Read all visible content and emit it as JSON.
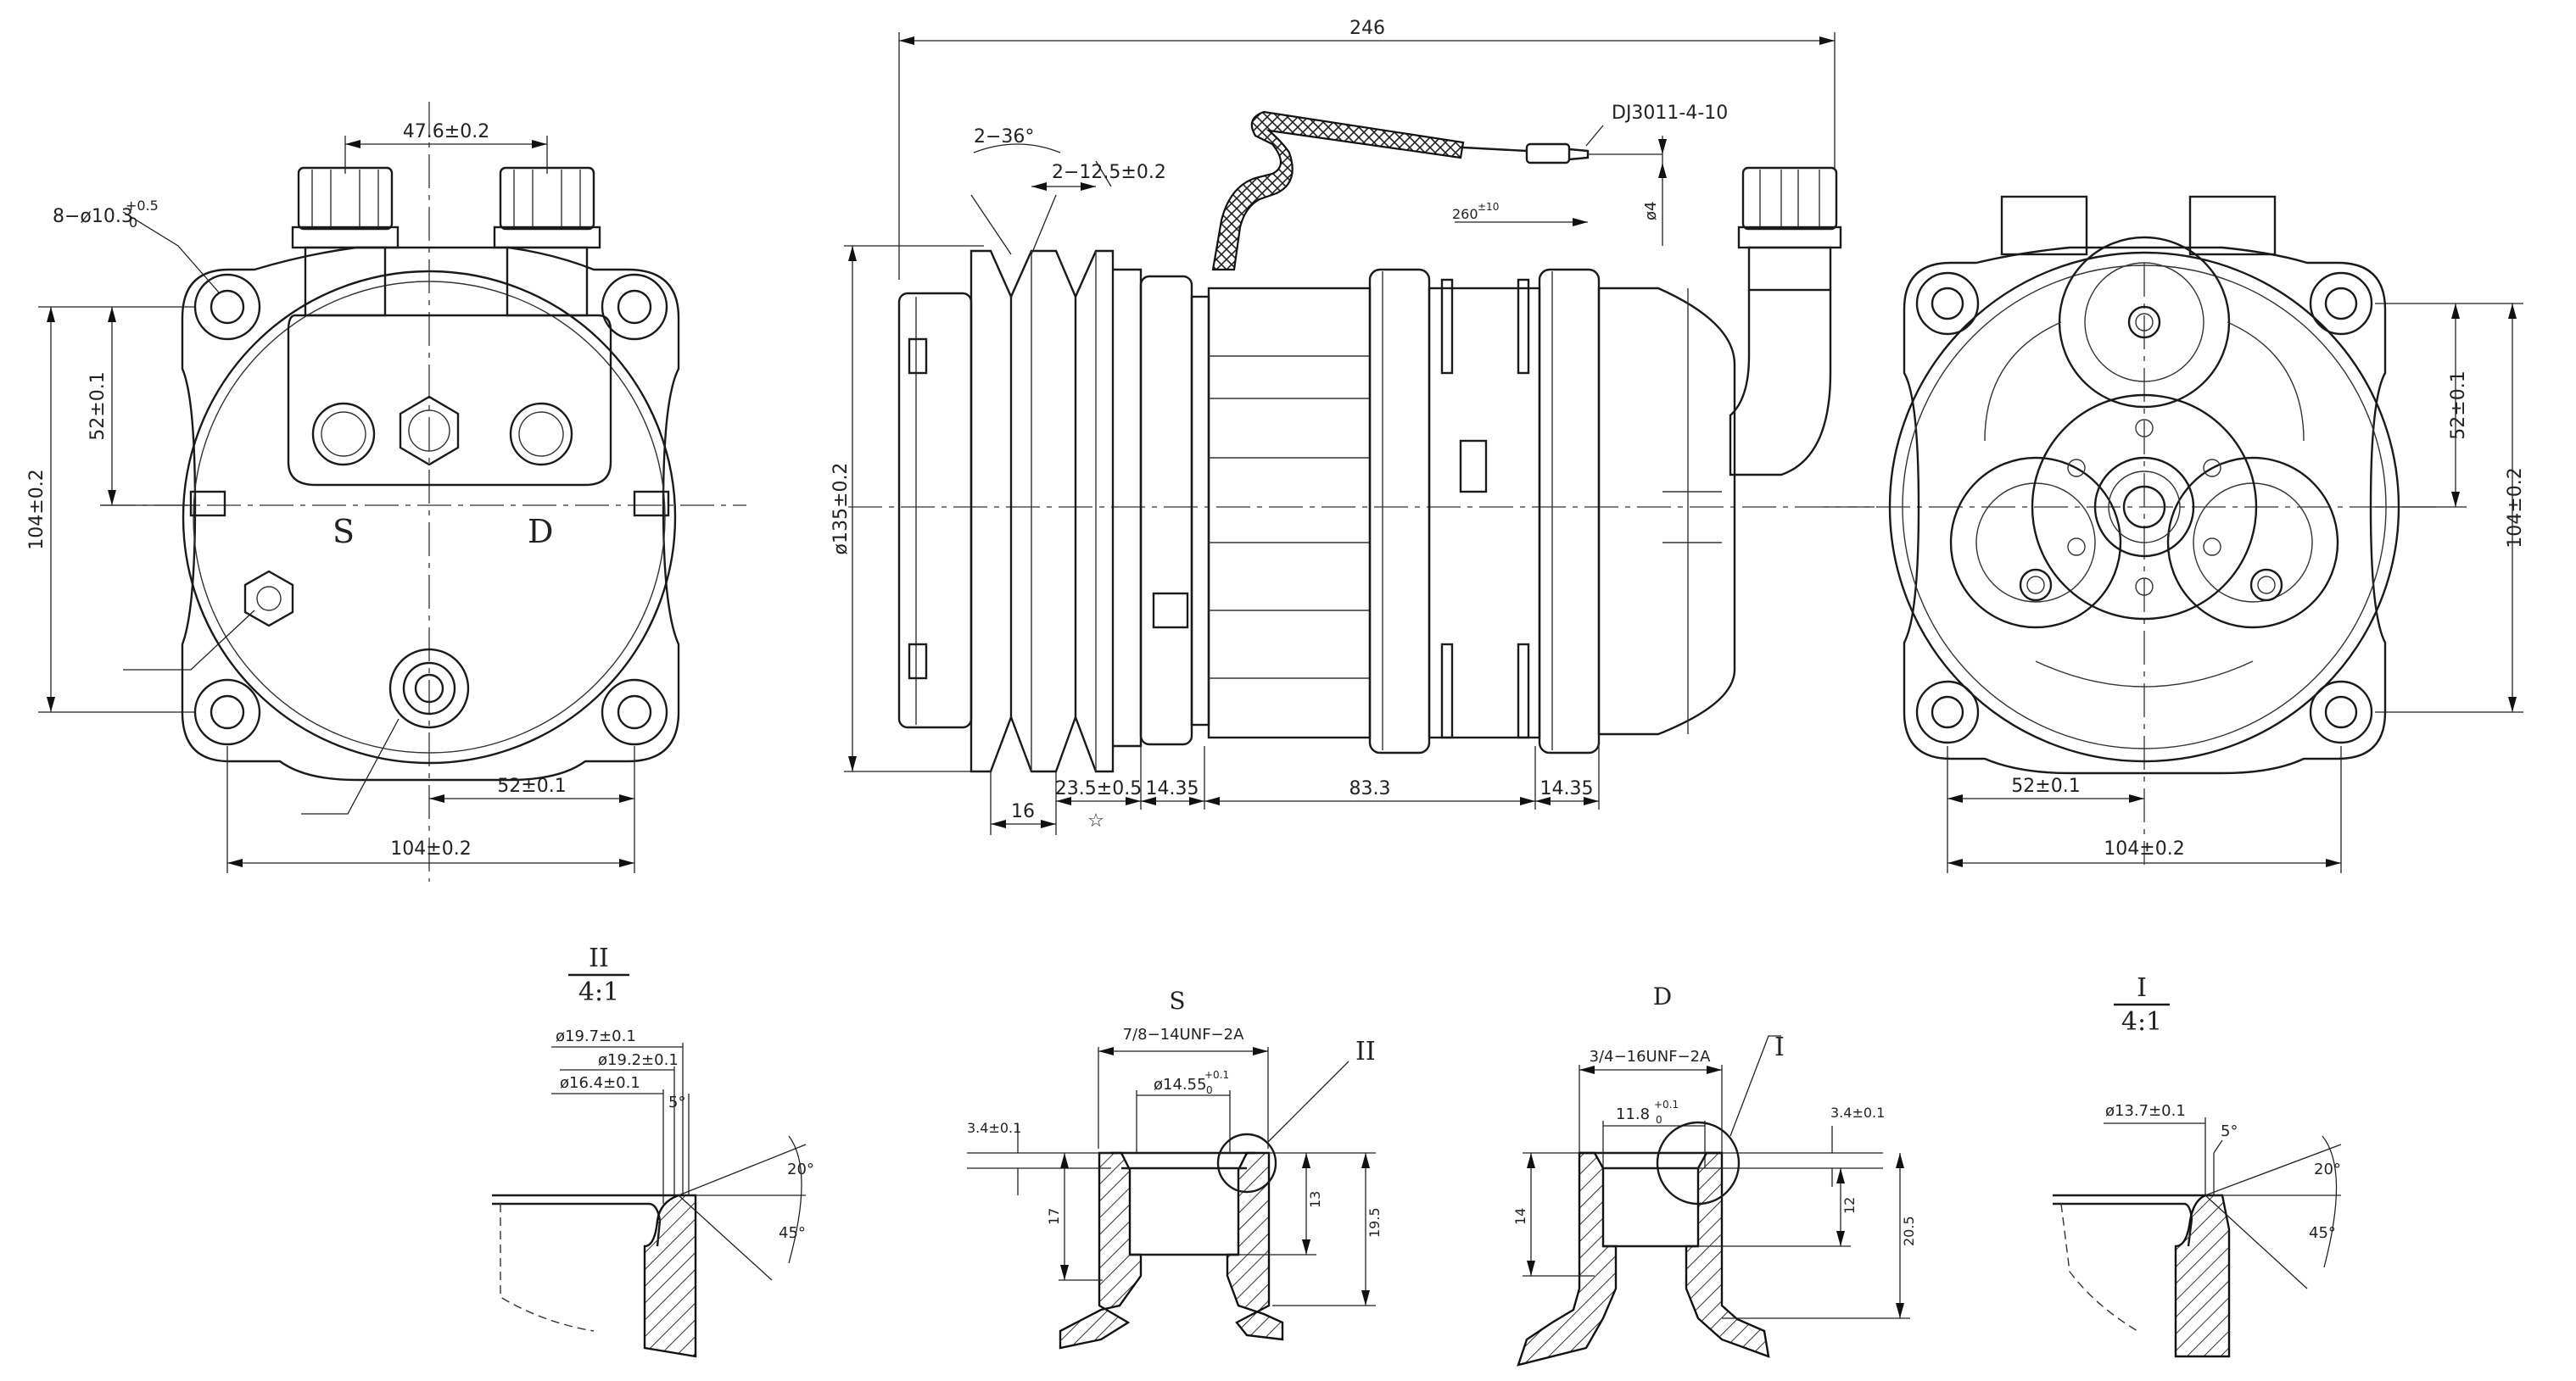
{
  "front_view": {
    "port_pitch": "47.6±0.2",
    "hole_spec_base": "8−ø10.3",
    "hole_spec_tol_upper": "+0.5",
    "hole_spec_tol_lower": "0",
    "vertical_52": "52±0.1",
    "vertical_104": "104±0.2",
    "horizontal_52": "52±0.1",
    "horizontal_104": "104±0.2",
    "label_suction": "S",
    "label_discharge": "D"
  },
  "side_view": {
    "overall_length": "246",
    "connector": "DJ3011-4-10",
    "groove_angle": "2−36°",
    "groove_width": "2−12.5±0.2",
    "diameter": "ø135±0.2",
    "lead_length": "260",
    "lead_length_tol": "±10",
    "lead_dia": "ø4",
    "dim_16": "16",
    "dim_23_5": "23.5±0.5",
    "star": "☆",
    "dim_14_35_a": "14.35",
    "dim_83_3": "83.3",
    "dim_14_35_b": "14.35"
  },
  "rear_view": {
    "vertical_52": "52±0.1",
    "vertical_104": "104±0.2",
    "horizontal_52": "52±0.1",
    "horizontal_104": "104±0.2"
  },
  "detail_II": {
    "title": "II",
    "scale": "4:1",
    "d1": "ø19.7±0.1",
    "d2": "ø19.2±0.1",
    "d3": "ø16.4±0.1",
    "angle_5": "5°",
    "angle_20": "20°",
    "angle_45": "45°"
  },
  "section_S": {
    "title": "S",
    "thread": "7/8−14UNF−2A",
    "bore_base": "ø14.55",
    "bore_tol_upper": "+0.1",
    "bore_tol_lower": "0",
    "lip": "3.4±0.1",
    "h17": "17",
    "h13": "13",
    "h19_5": "19.5",
    "callout": "II"
  },
  "section_D": {
    "title": "D",
    "thread": "3/4−16UNF−2A",
    "bore_base": "11.8",
    "bore_tol_upper": "+0.1",
    "bore_tol_lower": "0",
    "lip": "3.4±0.1",
    "h14": "14",
    "h12": "12",
    "h20_5": "20.5",
    "callout": "I"
  },
  "detail_I": {
    "title": "I",
    "scale": "4:1",
    "d1": "ø13.7±0.1",
    "angle_5": "5°",
    "angle_20": "20°",
    "angle_45": "45°"
  }
}
